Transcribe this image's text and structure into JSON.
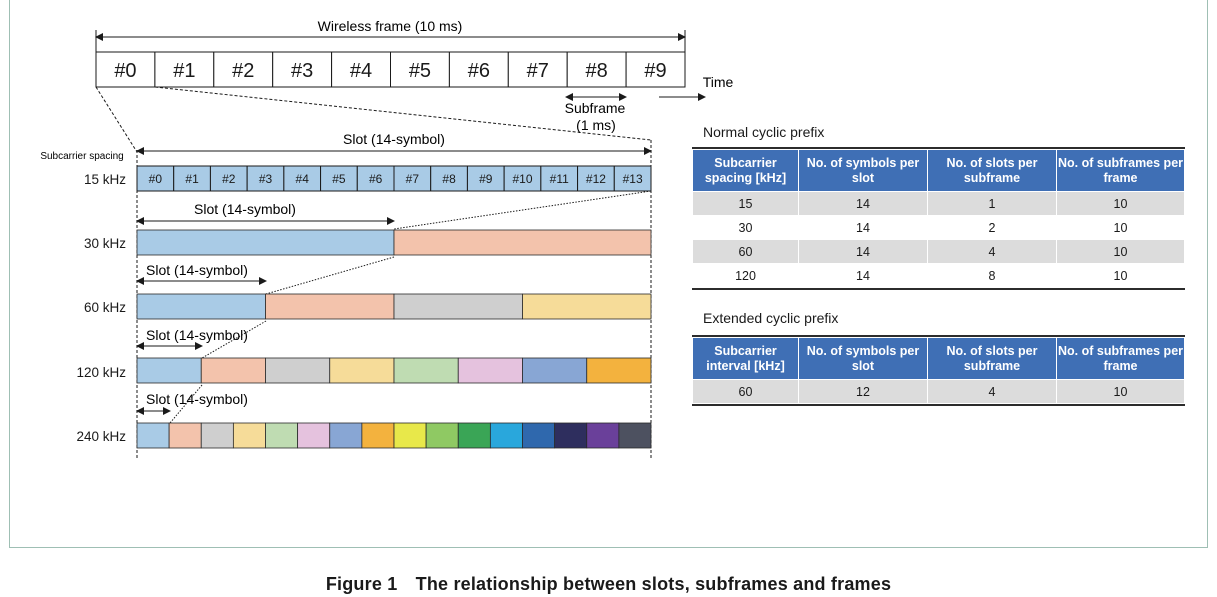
{
  "frame": {
    "title": "Wireless frame (10 ms)",
    "subframes": [
      "#0",
      "#1",
      "#2",
      "#3",
      "#4",
      "#5",
      "#6",
      "#7",
      "#8",
      "#9"
    ],
    "time_label": "Time",
    "subframe_label": "Subframe",
    "subframe_duration": "(1 ms)"
  },
  "left": {
    "slot_top_label": "Slot (14-symbol)",
    "axis_title": "Subcarrier spacing",
    "slot_label": "Slot (14-symbol)",
    "rows": [
      {
        "spacing": "15 kHz",
        "symbols": [
          "#0",
          "#1",
          "#2",
          "#3",
          "#4",
          "#5",
          "#6",
          "#7",
          "#8",
          "#9",
          "#10",
          "#11",
          "#12",
          "#13"
        ]
      },
      {
        "spacing": "30 kHz",
        "colors": [
          "#a9cbe6",
          "#f3c3ac"
        ]
      },
      {
        "spacing": "60 kHz",
        "colors": [
          "#a9cbe6",
          "#f3c3ac",
          "#cfcfcf",
          "#f6dc99"
        ]
      },
      {
        "spacing": "120 kHz",
        "colors": [
          "#a9cbe6",
          "#f3c3ac",
          "#cfcfcf",
          "#f6dc99",
          "#bfdcb2",
          "#e5c2de",
          "#88a6d4",
          "#f3b23e"
        ]
      },
      {
        "spacing": "240 kHz",
        "colors": [
          "#a9cbe6",
          "#f3c3ac",
          "#cfcfcf",
          "#f6dc99",
          "#bfdcb2",
          "#e5c2de",
          "#88a6d4",
          "#f3b23e",
          "#e8e84a",
          "#8fc963",
          "#3aa556",
          "#29a7dc",
          "#2f68ad",
          "#2e2e5e",
          "#6a409a",
          "#4d5160"
        ]
      }
    ]
  },
  "normal": {
    "title": "Normal cyclic prefix",
    "headers": [
      "Subcarrier spacing [kHz]",
      "No. of symbols per slot",
      "No. of slots per subframe",
      "No. of subframes per frame"
    ],
    "rows": [
      [
        "15",
        "14",
        "1",
        "10"
      ],
      [
        "30",
        "14",
        "2",
        "10"
      ],
      [
        "60",
        "14",
        "4",
        "10"
      ],
      [
        "120",
        "14",
        "8",
        "10"
      ]
    ]
  },
  "extended": {
    "title": "Extended cyclic prefix",
    "headers": [
      "Subcarrier interval [kHz]",
      "No. of symbols per slot",
      "No. of slots per subframe",
      "No. of subframes per frame"
    ],
    "rows": [
      [
        "60",
        "12",
        "4",
        "10"
      ]
    ]
  },
  "caption": "Figure 1　The relationship between slots, subframes and frames",
  "colors": {
    "header_blue": "#3f6fb5",
    "symbol_blue": "#a9cbe6",
    "shade_gray": "#dcdcdc"
  }
}
